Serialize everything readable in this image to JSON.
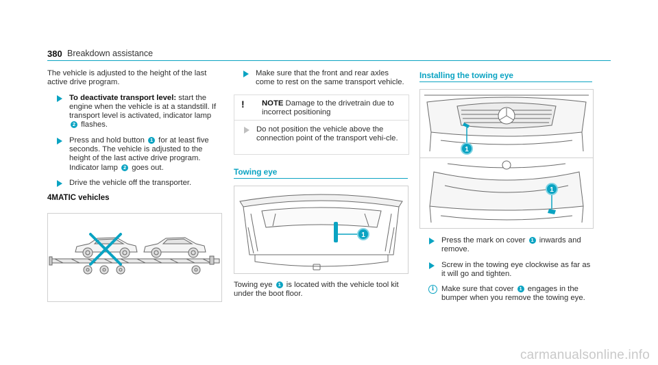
{
  "header": {
    "page_number": "380",
    "title": "Breakdown assistance"
  },
  "col1": {
    "intro": "The vehicle is adjusted to the height of the last active drive program.",
    "step1": {
      "bold": "To deactivate transport level:",
      "text_a": " start the engine when the vehicle is at a standstill. If transport level is activated, indicator lamp ",
      "num": "2",
      "text_b": " flashes."
    },
    "step2": {
      "text_a": "Press and hold button ",
      "num1": "1",
      "text_b": " for at least five seconds. The vehicle is adjusted to the height of the last active drive program. Indicator lamp ",
      "num2": "2",
      "text_c": " goes out."
    },
    "step3": "Drive the vehicle off the transporter.",
    "subheading": "4MATIC vehicles"
  },
  "col2": {
    "step1": "Make sure that the front and rear axles come to rest on the same transport vehicle.",
    "note": {
      "icon": "!",
      "label": "NOTE",
      "text": " Damage to the drivetrain due to incorrect positioning"
    },
    "note_step": "Do not position the vehicle above the connection point of the transport vehi-cle.",
    "section_title": "Towing eye",
    "caption": {
      "text_a": "Towing eye ",
      "num": "1",
      "text_b": " is located with the vehicle tool kit under the boot floor."
    },
    "fig_callout": "1"
  },
  "col3": {
    "section_title": "Installing the towing eye",
    "fig_callout_front": "1",
    "fig_callout_rear": "1",
    "step1": {
      "text_a": "Press the mark on cover ",
      "num": "1",
      "text_b": " inwards and remove."
    },
    "step2": "Screw in the towing eye clockwise as far as it will go and tighten.",
    "info": {
      "icon": "i",
      "text_a": "Make sure that cover ",
      "num": "1",
      "text_b": " engages in the bumper when you remove the towing eye."
    }
  },
  "watermark": "carmanualsonline.info",
  "colors": {
    "accent": "#0aa3c2",
    "cross": "#0aa3c2"
  }
}
